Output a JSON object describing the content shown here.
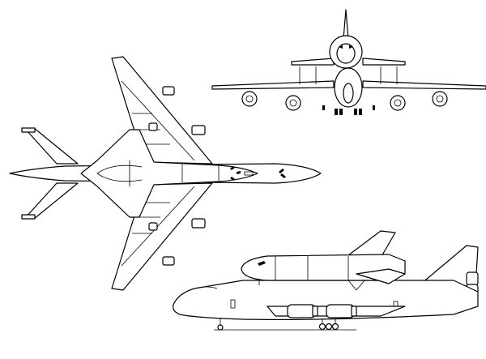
{
  "views": [
    {
      "name": "top-view"
    },
    {
      "name": "front-view"
    },
    {
      "name": "side-view"
    }
  ],
  "colors": {
    "line": "#000000",
    "background": "#ffffff"
  }
}
